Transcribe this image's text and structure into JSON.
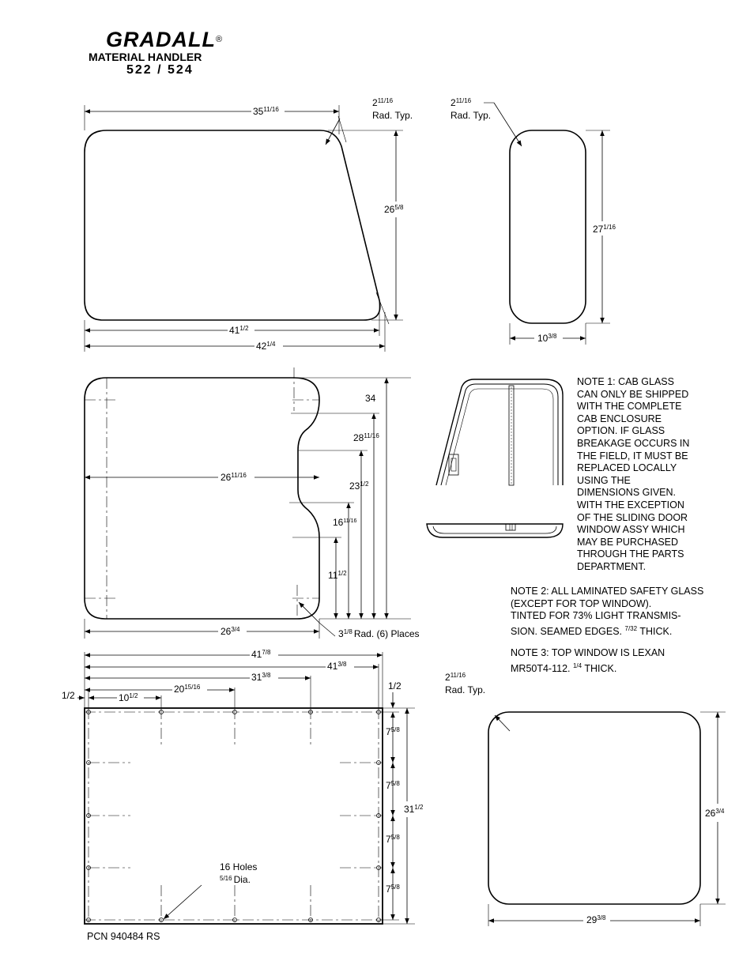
{
  "logo": {
    "brand": "GRADALL",
    "registered": "®",
    "subtitle": "MATERIAL HANDLER",
    "model": "522 / 524"
  },
  "panel1": {
    "top": "35",
    "top_frac": "11/16",
    "bottom_inner": "41",
    "bottom_inner_frac": "1/2",
    "bottom_outer": "42",
    "bottom_outer_frac": "1/4",
    "height": "26",
    "height_frac": "5/8",
    "radius": "2",
    "radius_frac": "11/16",
    "radius_label": "Rad. Typ."
  },
  "panel2": {
    "height": "27",
    "height_frac": "1/16",
    "width": "10",
    "width_frac": "3/8",
    "radius": "2",
    "radius_frac": "11/16",
    "radius_label": "Rad. Typ."
  },
  "panel3": {
    "h1": "34",
    "h2": "28",
    "h2_frac": "11/16",
    "h3": "23",
    "h3_frac": "1/2",
    "h4": "16",
    "h4_frac": "11/16",
    "h5": "11",
    "h5_frac": "1/2",
    "width_inner": "26",
    "width_inner_frac": "11/16",
    "width_bottom": "26",
    "width_bottom_frac": "3/4",
    "radius": "3",
    "radius_frac": "1/8",
    "radius_label": "Rad. (6) Places"
  },
  "panel4": {
    "w1": "41",
    "w1_frac": "7/8",
    "w2": "41",
    "w2_frac": "3/8",
    "w3": "31",
    "w3_frac": "3/8",
    "w4": "20",
    "w4_frac": "15/16",
    "w5": "10",
    "w5_frac": "1/2",
    "left_offset": "1/2",
    "top_offset": "1/2",
    "spacing": "7",
    "spacing_frac": "5/8",
    "height": "31",
    "height_frac": "1/2",
    "holes": "16 Holes",
    "hole_dia": "5/16",
    "hole_dia_label": "Dia."
  },
  "panel5": {
    "height": "26",
    "height_frac": "3/4",
    "width": "29",
    "width_frac": "3/8",
    "radius": "2",
    "radius_frac": "11/16",
    "radius_label": "Rad. Typ."
  },
  "notes": {
    "note1": "NOTE 1: CAB GLASS\nCAN ONLY BE SHIPPED\nWITH THE COMPLETE\nCAB ENCLOSURE\nOPTION. IF GLASS\nBREAKAGE OCCURS IN\nTHE FIELD, IT MUST BE\nREPLACED LOCALLY\nUSING THE\nDIMENSIONS GIVEN.\nWITH THE EXCEPTION\nOF THE SLIDING DOOR\nWINDOW ASSY WHICH\nMAY BE PURCHASED\nTHROUGH THE PARTS\nDEPARTMENT.",
    "note2": "NOTE 2: ALL LAMINATED SAFETY GLASS\n(EXCEPT FOR TOP WINDOW).\nTINTED FOR 73% LIGHT TRANSMIS-\nSION. SEAMED EDGES.",
    "note2_thick": "7/32",
    "note2_thick_label": "THICK.",
    "note3": "NOTE 3: TOP WINDOW IS LEXAN\nMR50T4-112.",
    "note3_thick": "1/4",
    "note3_thick_label": "THICK."
  },
  "footer": {
    "pcn": "PCN 940484 RS"
  }
}
